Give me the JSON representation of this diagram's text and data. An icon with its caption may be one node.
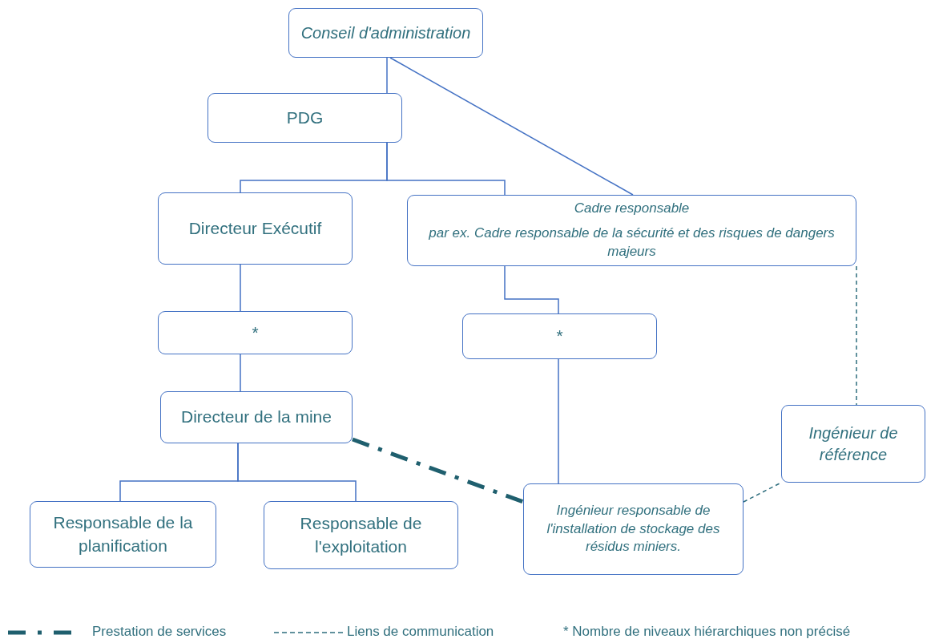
{
  "diagram": {
    "nodes": [
      {
        "text": [
          "Conseil d'administration"
        ]
      },
      {
        "text": [
          "PDG"
        ]
      },
      {
        "text": [
          "Directeur Exécutif"
        ]
      },
      {
        "text": [
          "Cadre responsable",
          "par ex. Cadre responsable de la sécurité et des risques de dangers majeurs"
        ]
      },
      {
        "text": [
          "*"
        ]
      },
      {
        "text": [
          "*"
        ]
      },
      {
        "text": [
          "Directeur de la mine"
        ]
      },
      {
        "text": [
          "Ingénieur de référence"
        ]
      },
      {
        "text": [
          "Responsable de la planification"
        ]
      },
      {
        "text": [
          "Responsable de l'exploitation"
        ]
      },
      {
        "text": [
          "Ingénieur responsable de l'installation de stockage des résidus miniers."
        ]
      }
    ],
    "edges": [
      {
        "from": 0,
        "to": 1,
        "arrow": "none"
      },
      {
        "from": 0,
        "to": 3,
        "arrow": "none"
      },
      {
        "from": 1,
        "to": 2,
        "arrow": "none"
      },
      {
        "from": 1,
        "to": 3,
        "arrow": "none"
      },
      {
        "from": 2,
        "to": 4,
        "arrow": "none"
      },
      {
        "from": 3,
        "to": 5,
        "arrow": "none"
      },
      {
        "from": 3,
        "to": 7,
        "arrow": "none",
        "style": "dashed",
        "color": "#2e6e7e"
      },
      {
        "from": 4,
        "to": 6,
        "arrow": "none"
      },
      {
        "from": 5,
        "to": 10,
        "arrow": "none"
      },
      {
        "from": 6,
        "to": 8,
        "arrow": "none"
      },
      {
        "from": 6,
        "to": 9,
        "arrow": "none"
      },
      {
        "from": 6,
        "to": 10,
        "arrow": "none",
        "style": "dashed",
        "color": "#1f5f6e"
      },
      {
        "from": 10,
        "to": 7,
        "arrow": "none",
        "style": "dashed",
        "color": "#2e6e7e"
      }
    ],
    "labels": [
      "* Nombre de niveaux hiérarchiques non précisé"
    ],
    "legend": [
      {
        "text": "Prestation de services"
      },
      {
        "text": "Liens de communication"
      }
    ]
  }
}
